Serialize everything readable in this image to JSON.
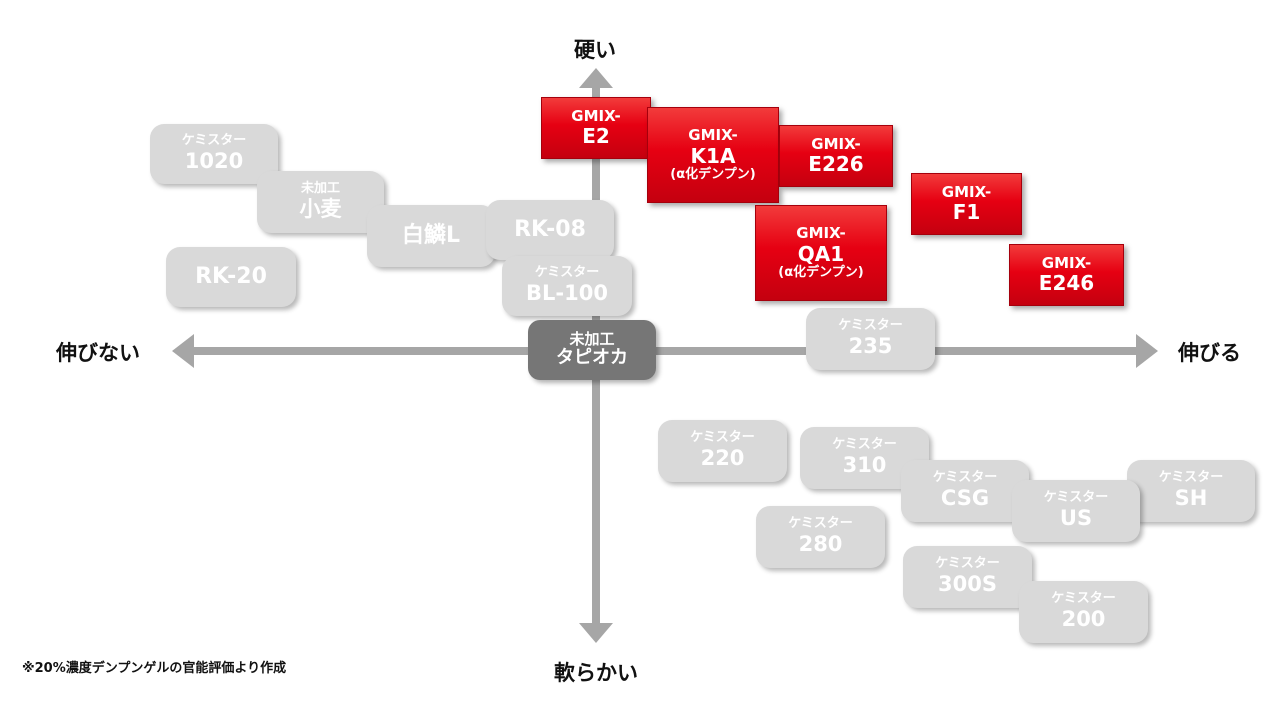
{
  "axes": {
    "top": "硬い",
    "bottom": "軟らかい",
    "left": "伸びない",
    "right": "伸びる"
  },
  "colors": {
    "axis": "#a6a6a6",
    "gray_box": "#d9d9d9",
    "red_box": "#e60012",
    "center_box": "#767676"
  },
  "products": {
    "kemistar_1020": {
      "line1": "ケミスター",
      "line2": "1020"
    },
    "mikako_komugi": {
      "line1": "未加工",
      "line2": "小麦"
    },
    "hakurin_l": {
      "line1": "白鱗L"
    },
    "rk_08": {
      "line1": "RK-08"
    },
    "rk_20": {
      "line1": "RK-20"
    },
    "kemistar_bl100": {
      "line1": "ケミスター",
      "line2": "BL-100"
    },
    "mikako_tapioca": {
      "line1": "未加工",
      "line2": "タピオカ"
    },
    "kemistar_235": {
      "line1": "ケミスター",
      "line2": "235"
    },
    "kemistar_220": {
      "line1": "ケミスター",
      "line2": "220"
    },
    "kemistar_310": {
      "line1": "ケミスター",
      "line2": "310"
    },
    "kemistar_csg": {
      "line1": "ケミスター",
      "line2": "CSG"
    },
    "kemistar_us": {
      "line1": "ケミスター",
      "line2": "US"
    },
    "kemistar_sh": {
      "line1": "ケミスター",
      "line2": "SH"
    },
    "kemistar_280": {
      "line1": "ケミスター",
      "line2": "280"
    },
    "kemistar_300s": {
      "line1": "ケミスター",
      "line2": "300S"
    },
    "kemistar_200": {
      "line1": "ケミスター",
      "line2": "200"
    },
    "gmix_e2": {
      "line1": "GMIX-",
      "line2": "E2"
    },
    "gmix_k1a": {
      "line1": "GMIX-",
      "line2": "K1A",
      "line3": "(α化デンプン)"
    },
    "gmix_e226": {
      "line1": "GMIX-",
      "line2": "E226"
    },
    "gmix_f1": {
      "line1": "GMIX-",
      "line2": "F1"
    },
    "gmix_qa1": {
      "line1": "GMIX-",
      "line2": "QA1",
      "line3": "(α化デンプン)"
    },
    "gmix_e246": {
      "line1": "GMIX-",
      "line2": "E246"
    }
  },
  "footnote": "※20%濃度デンプンゲルの官能評価より作成"
}
